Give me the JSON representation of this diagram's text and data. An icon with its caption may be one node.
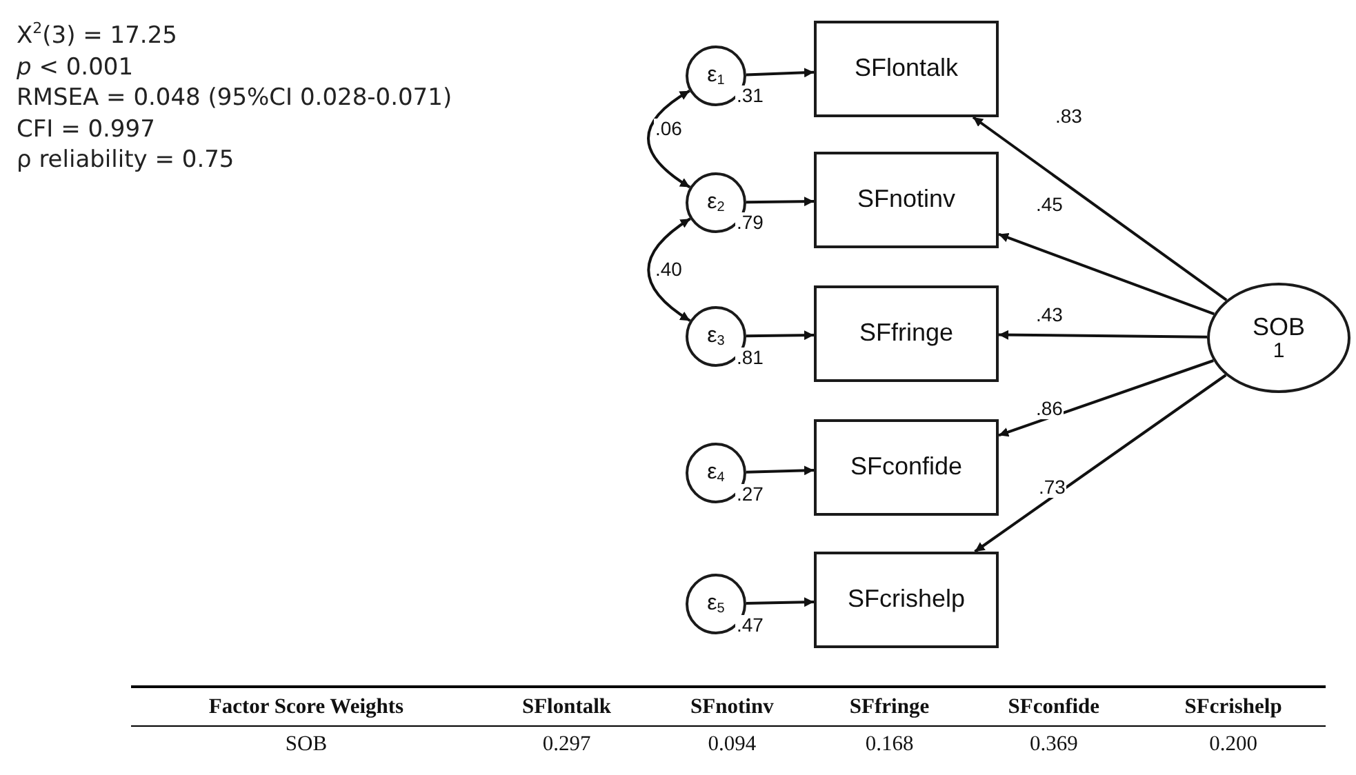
{
  "diagram": {
    "nodes": [
      {
        "text": [
          "ε$_{1}$"
        ]
      },
      {
        "text": [
          "ε$_{2}$"
        ]
      },
      {
        "text": [
          "ε$_{3}$"
        ]
      },
      {
        "text": [
          "ε$_{4}$"
        ]
      },
      {
        "text": [
          "ε$_{5}$"
        ]
      },
      {
        "text": [
          "SFlontalk"
        ]
      },
      {
        "text": [
          "SFnotinv"
        ]
      },
      {
        "text": [
          "SFfringe"
        ]
      },
      {
        "text": [
          "SFconfide"
        ]
      },
      {
        "text": [
          "SFcrishelp"
        ]
      },
      {
        "text": [
          "SOB",
          "1"
        ]
      }
    ],
    "edges": [
      {
        "from": 0,
        "to": 5,
        "arrow": "to",
        "label": ".31"
      },
      {
        "from": 1,
        "to": 6,
        "arrow": "to",
        "label": ".79"
      },
      {
        "from": 2,
        "to": 7,
        "arrow": "to",
        "label": ".81"
      },
      {
        "from": 3,
        "to": 8,
        "arrow": "to",
        "label": ".27"
      },
      {
        "from": 4,
        "to": 9,
        "arrow": "to",
        "label": ".47"
      },
      {
        "from": 10,
        "to": 5,
        "arrow": "to",
        "label": ".83"
      },
      {
        "from": 10,
        "to": 6,
        "arrow": "to",
        "label": ".45"
      },
      {
        "from": 10,
        "to": 7,
        "arrow": "to",
        "label": ".43"
      },
      {
        "from": 10,
        "to": 8,
        "arrow": "to",
        "label": ".86"
      },
      {
        "from": 10,
        "to": 9,
        "arrow": "to",
        "label": ".73"
      },
      {
        "from": 0,
        "to": 1,
        "arrow": "both",
        "label": ".06"
      },
      {
        "from": 1,
        "to": 2,
        "arrow": "both",
        "label": ".40"
      }
    ],
    "labels": [
      "X$^{2}$(3) = 17.25",
      "*p* < 0.001",
      "RMSEA = 0.048 (95%CI 0.028-0.071)",
      "CFI = 0.997",
      "ρ reliability = 0.75",
      "Factor Score Weights",
      "SFlontalk",
      "SFnotinv",
      "SFfringe",
      "SFconfide",
      "SFcrishelp",
      "SOB",
      "0.297",
      "0.094",
      "0.168",
      "0.369",
      "0.200"
    ]
  }
}
